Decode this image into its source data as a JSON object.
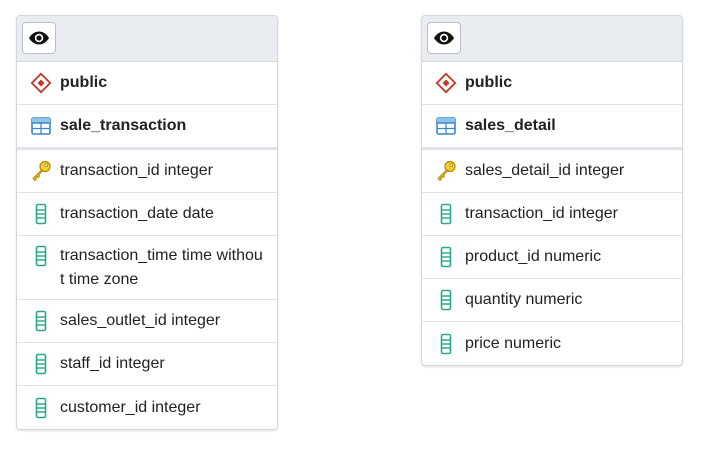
{
  "colors": {
    "schema_icon": "#c0392b",
    "table_icon": "#3a86c8",
    "key_icon": "#e3b400",
    "column_icon": "#2aa88a",
    "header_bg": "#e9ecf1"
  },
  "tables": [
    {
      "schema": "public",
      "table": "sale_transaction",
      "columns": [
        {
          "text": "transaction_id integer",
          "icon": "key-icon"
        },
        {
          "text": "transaction_date date",
          "icon": "column-icon"
        },
        {
          "text": "transaction_time time without time zone",
          "icon": "column-icon"
        },
        {
          "text": "sales_outlet_id integer",
          "icon": "column-icon"
        },
        {
          "text": "staff_id integer",
          "icon": "column-icon"
        },
        {
          "text": "customer_id integer",
          "icon": "column-icon"
        }
      ]
    },
    {
      "schema": "public",
      "table": "sales_detail",
      "columns": [
        {
          "text": "sales_detail_id integer",
          "icon": "key-icon"
        },
        {
          "text": "transaction_id integer",
          "icon": "column-icon"
        },
        {
          "text": "product_id numeric",
          "icon": "column-icon"
        },
        {
          "text": "quantity numeric",
          "icon": "column-icon"
        },
        {
          "text": "price numeric",
          "icon": "column-icon"
        }
      ]
    }
  ]
}
